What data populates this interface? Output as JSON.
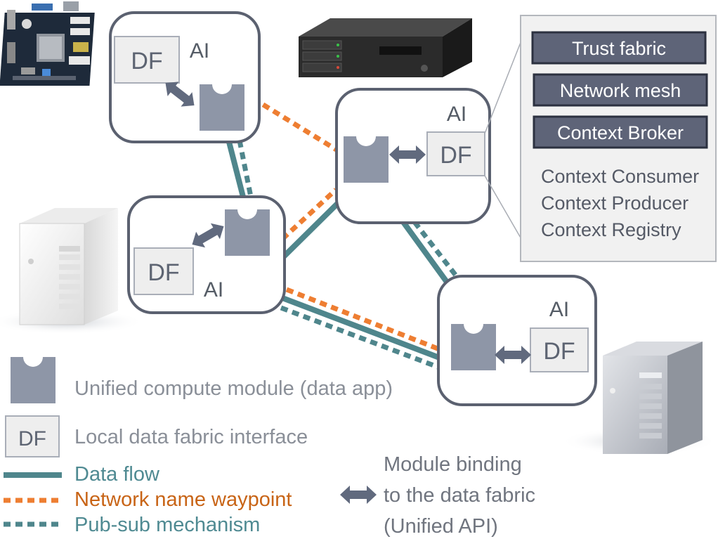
{
  "nodes": {
    "top_left": {
      "ai_label": "AI",
      "df_label": "DF"
    },
    "center": {
      "ai_label": "AI",
      "df_label": "DF"
    },
    "middle_left": {
      "ai_label": "AI",
      "df_label": "DF"
    },
    "bottom_right": {
      "ai_label": "AI",
      "df_label": "DF"
    }
  },
  "panel": {
    "buttons": [
      "Trust fabric",
      "Network mesh",
      "Context Broker"
    ],
    "items": [
      "Context Consumer",
      "Context Producer",
      "Context Registry"
    ]
  },
  "legend": {
    "module_label": "Unified compute module (data app)",
    "df_box_label": "DF",
    "df_label": "Local data fabric interface",
    "data_flow": "Data flow",
    "waypoint": "Network name waypoint",
    "pubsub": "Pub-sub mechanism",
    "binding_line1": "Module binding",
    "binding_line2": "to the data fabric",
    "binding_line3": "(Unified API)"
  },
  "colors": {
    "data_flow": "#4f868c",
    "waypoint": "#ee7e32",
    "module": "#8e96a7",
    "arrow": "#616a7e",
    "panel_button": "#5e6478"
  },
  "icons": [
    "embedded-board-icon",
    "rack-server-icon",
    "tower-server-icon",
    "tower-server-icon"
  ]
}
